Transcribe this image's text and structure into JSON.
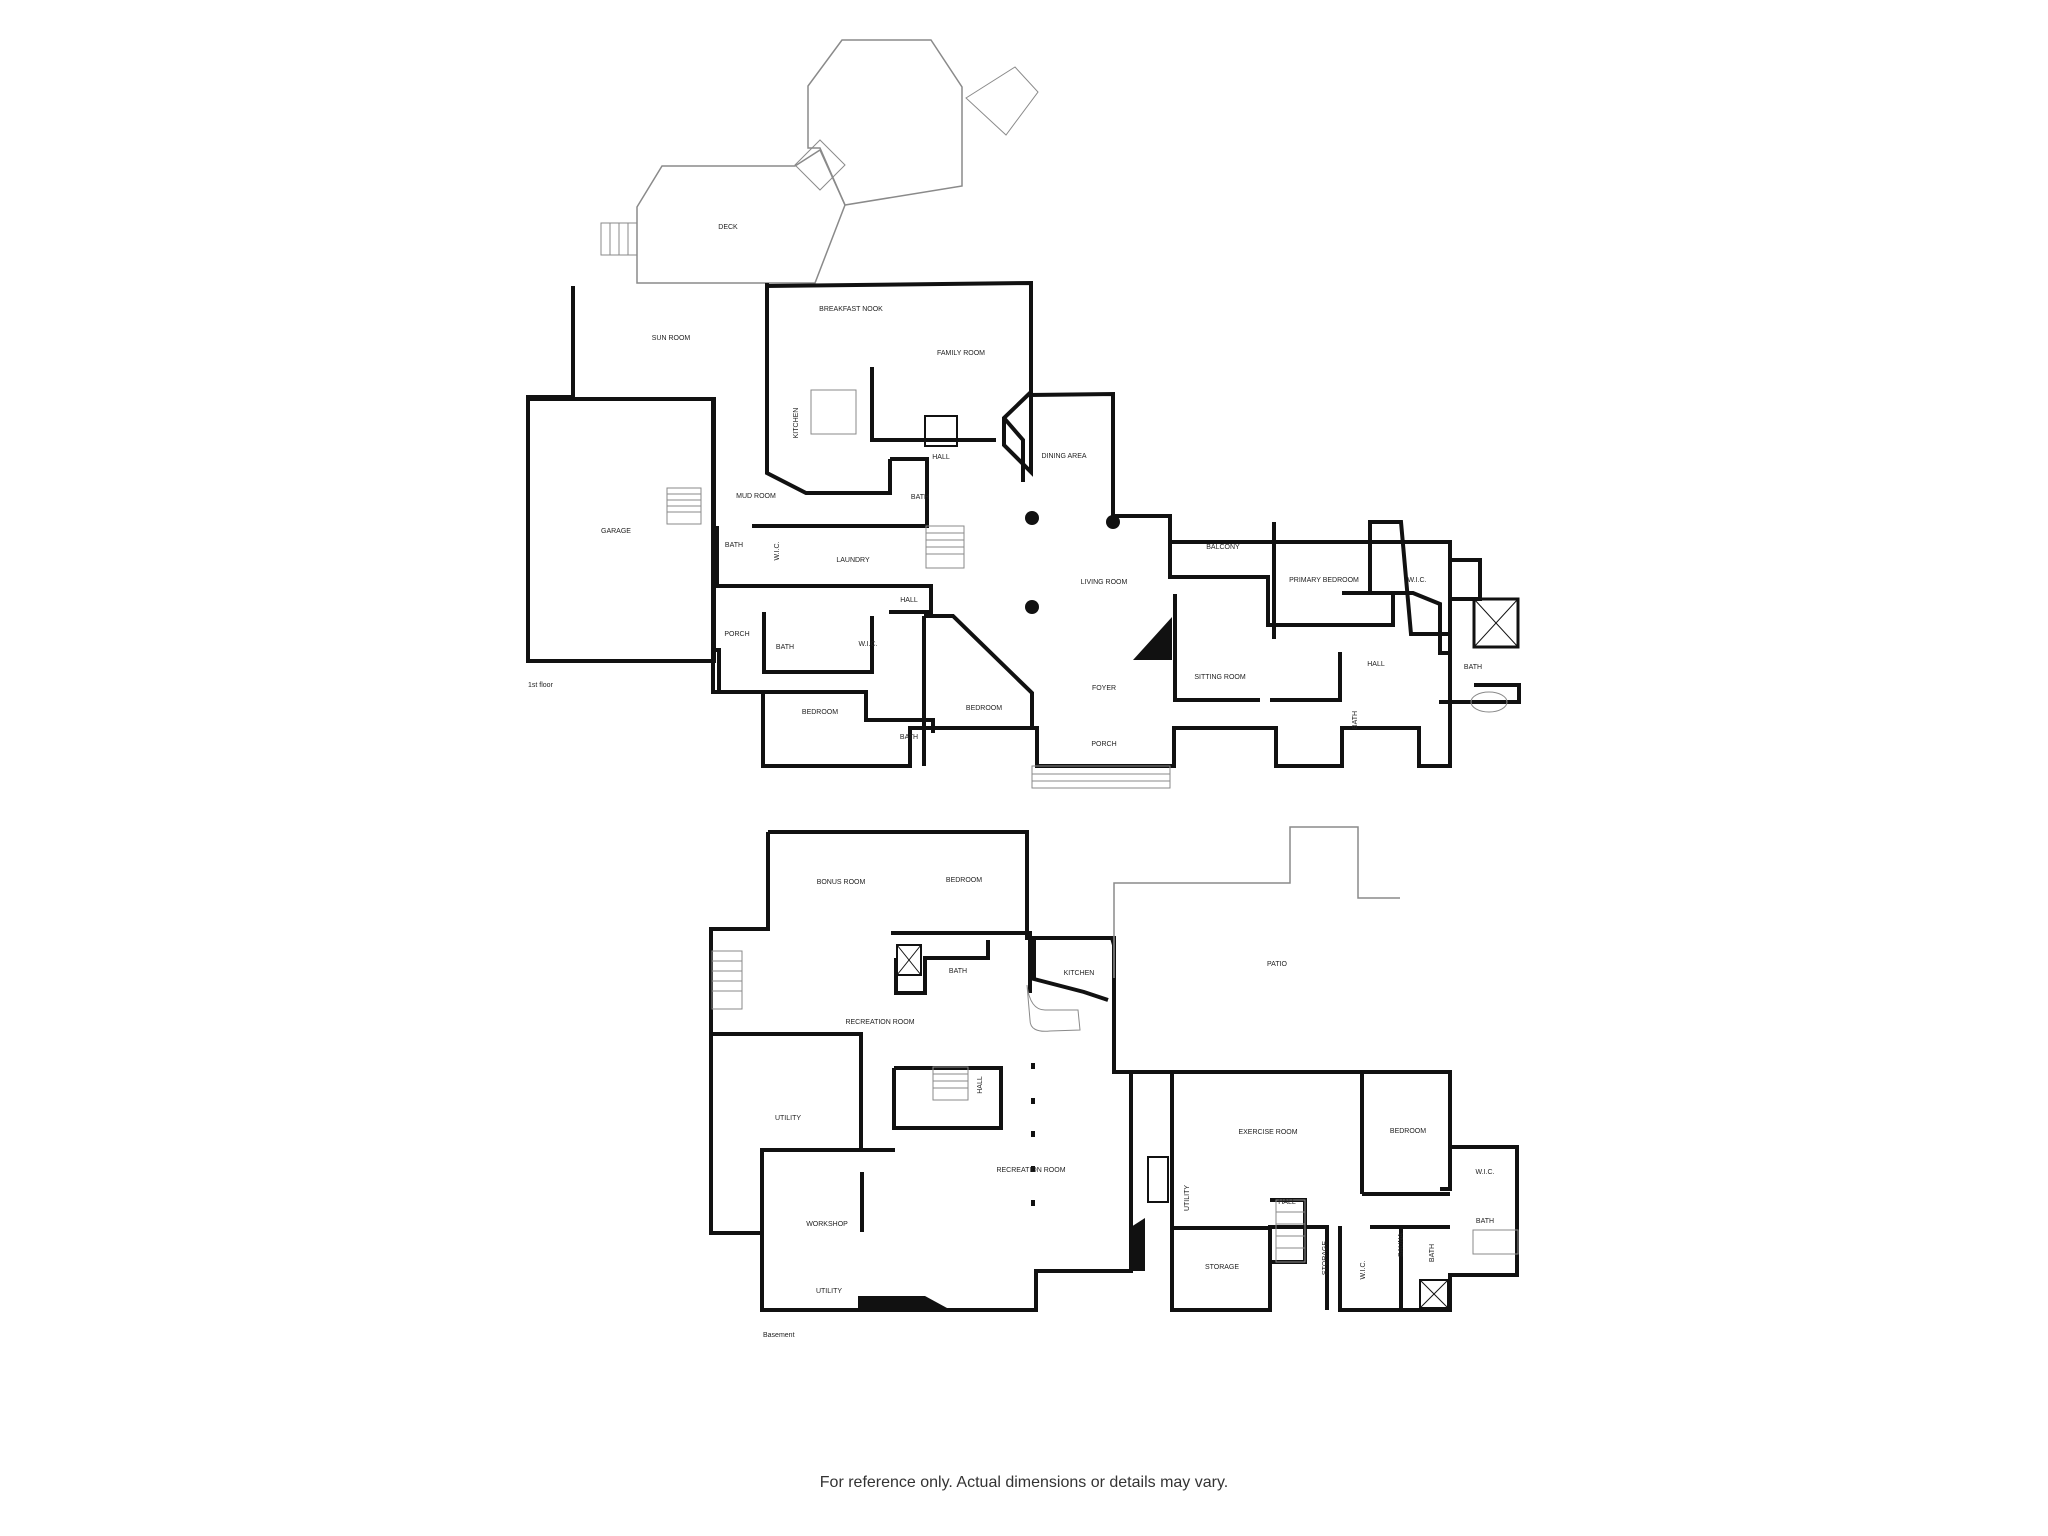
{
  "floors": [
    {
      "label": "1st floor",
      "rooms": [
        {
          "id": "deck",
          "label": "DECK"
        },
        {
          "id": "sun-room",
          "label": "SUN ROOM"
        },
        {
          "id": "breakfast-nook",
          "label": "BREAKFAST NOOK"
        },
        {
          "id": "family-room",
          "label": "FAMILY ROOM"
        },
        {
          "id": "kitchen",
          "label": "KITCHEN"
        },
        {
          "id": "hall-1",
          "label": "HALL"
        },
        {
          "id": "dining-area",
          "label": "DINING AREA"
        },
        {
          "id": "garage",
          "label": "GARAGE"
        },
        {
          "id": "mud-room",
          "label": "MUD ROOM"
        },
        {
          "id": "bath-1",
          "label": "BATH"
        },
        {
          "id": "bath-2",
          "label": "BATH"
        },
        {
          "id": "wic-1",
          "label": "W.I.C."
        },
        {
          "id": "laundry",
          "label": "LAUNDRY"
        },
        {
          "id": "hall-2",
          "label": "HALL"
        },
        {
          "id": "living-room",
          "label": "LIVING ROOM"
        },
        {
          "id": "balcony",
          "label": "BALCONY"
        },
        {
          "id": "primary-bedroom",
          "label": "PRIMARY BEDROOM"
        },
        {
          "id": "wic-2",
          "label": "W.I.C."
        },
        {
          "id": "porch-1",
          "label": "PORCH"
        },
        {
          "id": "bath-3",
          "label": "BATH"
        },
        {
          "id": "wic-3",
          "label": "W.I.C."
        },
        {
          "id": "bedroom-1",
          "label": "BEDROOM"
        },
        {
          "id": "bath-4",
          "label": "BATH"
        },
        {
          "id": "bedroom-2",
          "label": "BEDROOM"
        },
        {
          "id": "foyer",
          "label": "FOYER"
        },
        {
          "id": "porch-2",
          "label": "PORCH"
        },
        {
          "id": "sitting-room",
          "label": "SITTING ROOM"
        },
        {
          "id": "hall-3",
          "label": "HALL"
        },
        {
          "id": "bath-5",
          "label": "BATH"
        },
        {
          "id": "bath-6",
          "label": "BATH"
        }
      ]
    },
    {
      "label": "Basement",
      "rooms": [
        {
          "id": "bonus-room",
          "label": "BONUS ROOM"
        },
        {
          "id": "bedroom-3",
          "label": "BEDROOM"
        },
        {
          "id": "bath-7",
          "label": "BATH"
        },
        {
          "id": "kitchen-b",
          "label": "KITCHEN"
        },
        {
          "id": "patio",
          "label": "PATIO"
        },
        {
          "id": "recreation-room-1",
          "label": "RECREATION ROOM"
        },
        {
          "id": "hall-b1",
          "label": "HALL"
        },
        {
          "id": "utility-1",
          "label": "UTILITY"
        },
        {
          "id": "recreation-room-2",
          "label": "RECREATION ROOM"
        },
        {
          "id": "exercise-room",
          "label": "EXERCISE ROOM"
        },
        {
          "id": "bedroom-4",
          "label": "BEDROOM"
        },
        {
          "id": "wic-4",
          "label": "W.I.C."
        },
        {
          "id": "workshop",
          "label": "WORKSHOP"
        },
        {
          "id": "utility-2",
          "label": "UTILITY"
        },
        {
          "id": "utility-3",
          "label": "UTILITY"
        },
        {
          "id": "hall-b2",
          "label": "HALL"
        },
        {
          "id": "storage-1",
          "label": "STORAGE"
        },
        {
          "id": "storage-2",
          "label": "STORAGE"
        },
        {
          "id": "wic-5",
          "label": "W.I.C."
        },
        {
          "id": "sauna",
          "label": "SAUNA"
        },
        {
          "id": "bath-8",
          "label": "BATH"
        },
        {
          "id": "bath-9",
          "label": "BATH"
        }
      ]
    }
  ],
  "disclaimer": "For reference only. Actual dimensions or details may vary.",
  "colors": {
    "wall": "#111111",
    "thin_line": "#8a8a8a",
    "fill": "#111111",
    "background": "#ffffff"
  }
}
